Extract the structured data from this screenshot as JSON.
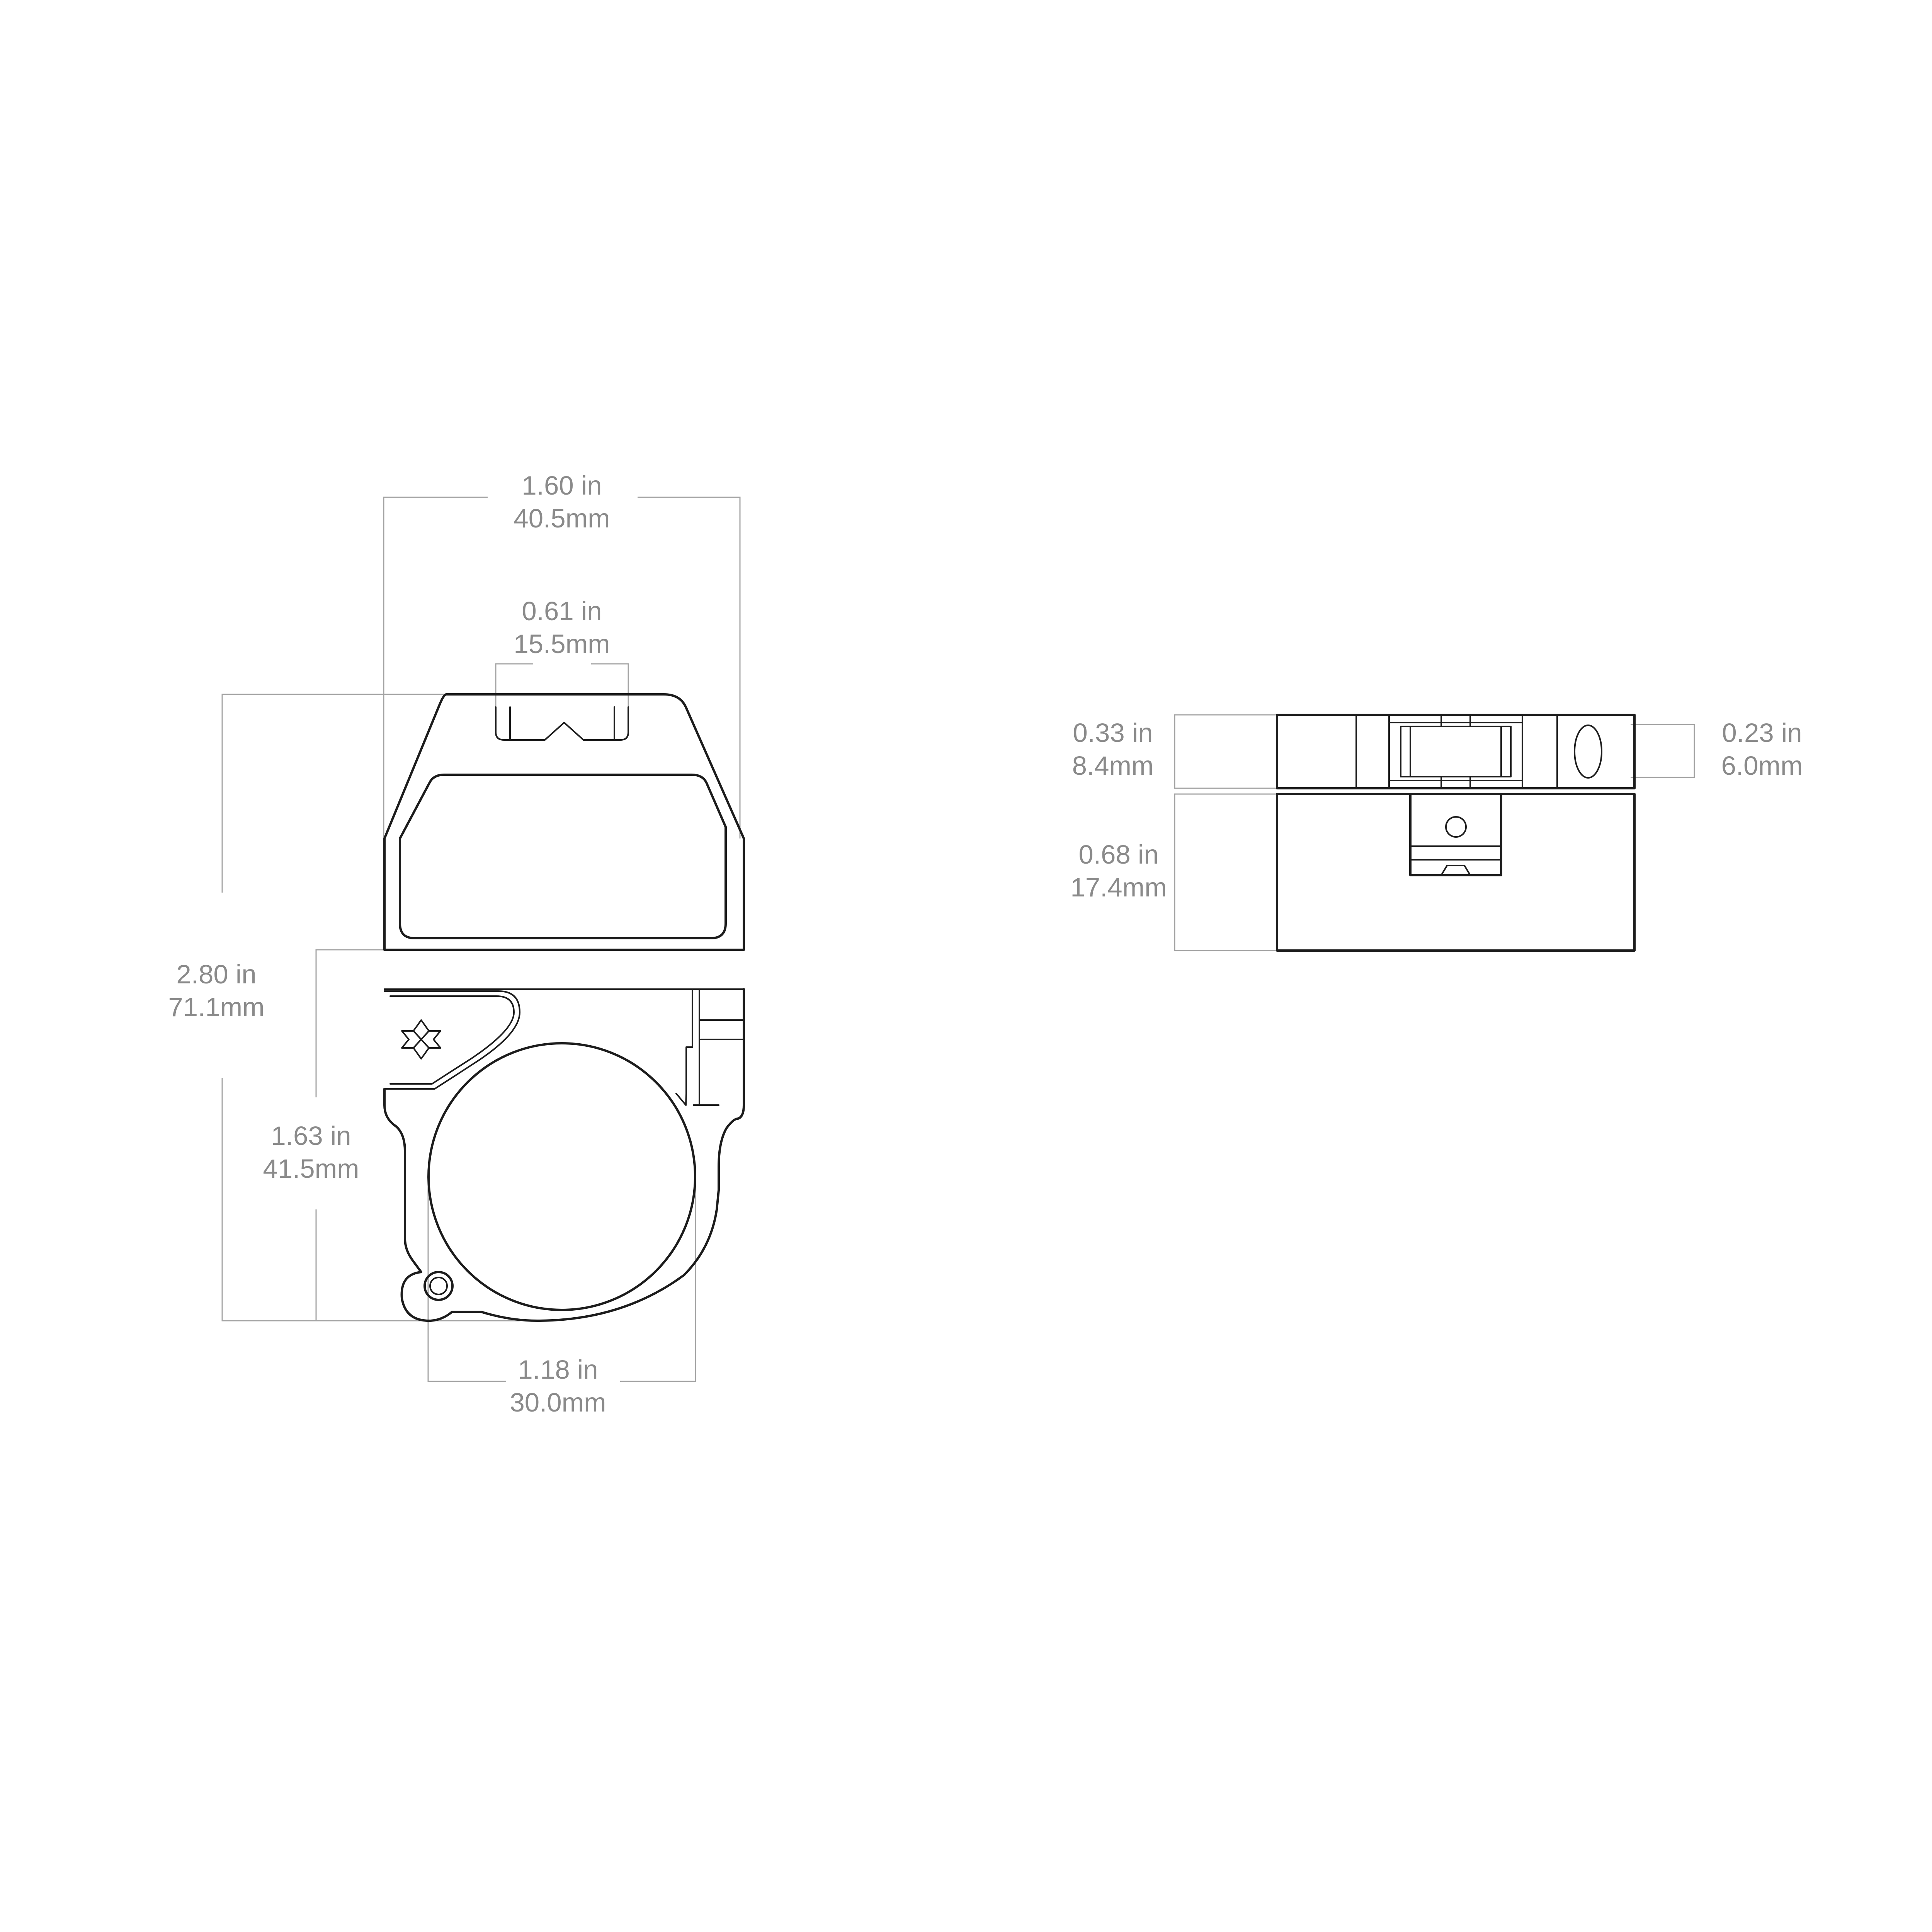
{
  "colors": {
    "background": "#ffffff",
    "part_line": "#1c1c1c",
    "dimension_line": "#a3a3a3",
    "dimension_text": "#8a8a8a"
  },
  "front_view": {
    "overall_width": {
      "inches": "1.60 in",
      "mm": "40.5mm"
    },
    "top_lug_width": {
      "inches": "0.61 in",
      "mm": "15.5mm"
    },
    "overall_height": {
      "inches": "2.80 in",
      "mm": "71.1mm"
    },
    "ring_height": {
      "inches": "1.63 in",
      "mm": "41.5mm"
    },
    "tube_diameter": {
      "inches": "1.18 in",
      "mm": "30.0mm"
    },
    "logo_icon": "brand-logo-icon"
  },
  "side_view": {
    "rail_thickness": {
      "inches": "0.33 in",
      "mm": "8.4mm"
    },
    "slot_height": {
      "inches": "0.23 in",
      "mm": "6.0mm"
    },
    "base_height": {
      "inches": "0.68 in",
      "mm": "17.4mm"
    }
  }
}
